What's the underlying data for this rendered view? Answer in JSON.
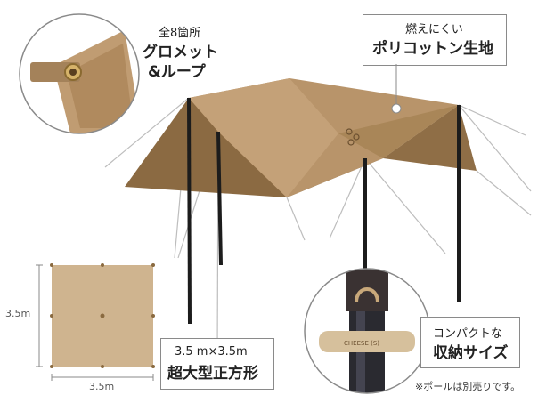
{
  "callouts": {
    "grommet": {
      "line1": "全8箇所",
      "line2": "グロメット",
      "line3": "&ループ"
    },
    "fabric": {
      "line1": "燃えにくい",
      "line2": "ポリコットン生地"
    },
    "size": {
      "line1": "3.5 m×3.5m",
      "line2": "超大型正方形"
    },
    "bag": {
      "line1": "コンパクトな",
      "line2": "収納サイズ"
    }
  },
  "diagram": {
    "height_label": "3.5m",
    "width_label": "3.5m"
  },
  "bag_label": "CHEESE (S)",
  "note": "※ポールは別売りです。",
  "colors": {
    "tarp": "#b8946a",
    "tarp_dark": "#8b6a42",
    "square": "#cfb48f",
    "bag": "#d6c09c"
  }
}
